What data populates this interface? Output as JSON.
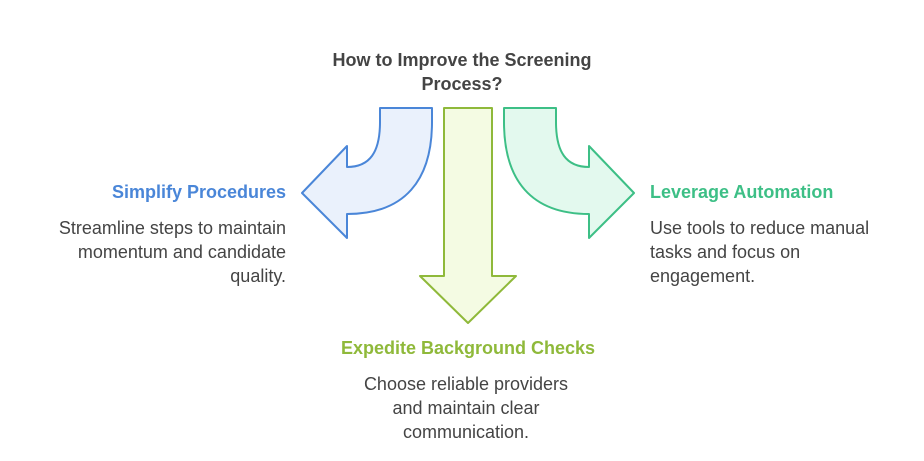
{
  "title": {
    "line1": "How to Improve the Screening",
    "line2": "Process?"
  },
  "branches": {
    "left": {
      "heading": "Simplify Procedures",
      "desc": [
        "Streamline steps to maintain",
        "momentum and candidate",
        "quality."
      ],
      "arrow_color": "#4a86d8",
      "fill_color": "#eaf1fc"
    },
    "bottom": {
      "heading": "Expedite Background Checks",
      "desc": [
        "Choose reliable providers",
        "and maintain clear",
        "communication."
      ],
      "arrow_color": "#8fb93a",
      "fill_color": "#f4fbe3"
    },
    "right": {
      "heading": "Leverage Automation",
      "desc": [
        "Use tools to reduce manual",
        "tasks and focus on",
        "engagement."
      ],
      "arrow_color": "#3dbf86",
      "fill_color": "#e3f9ee"
    }
  }
}
